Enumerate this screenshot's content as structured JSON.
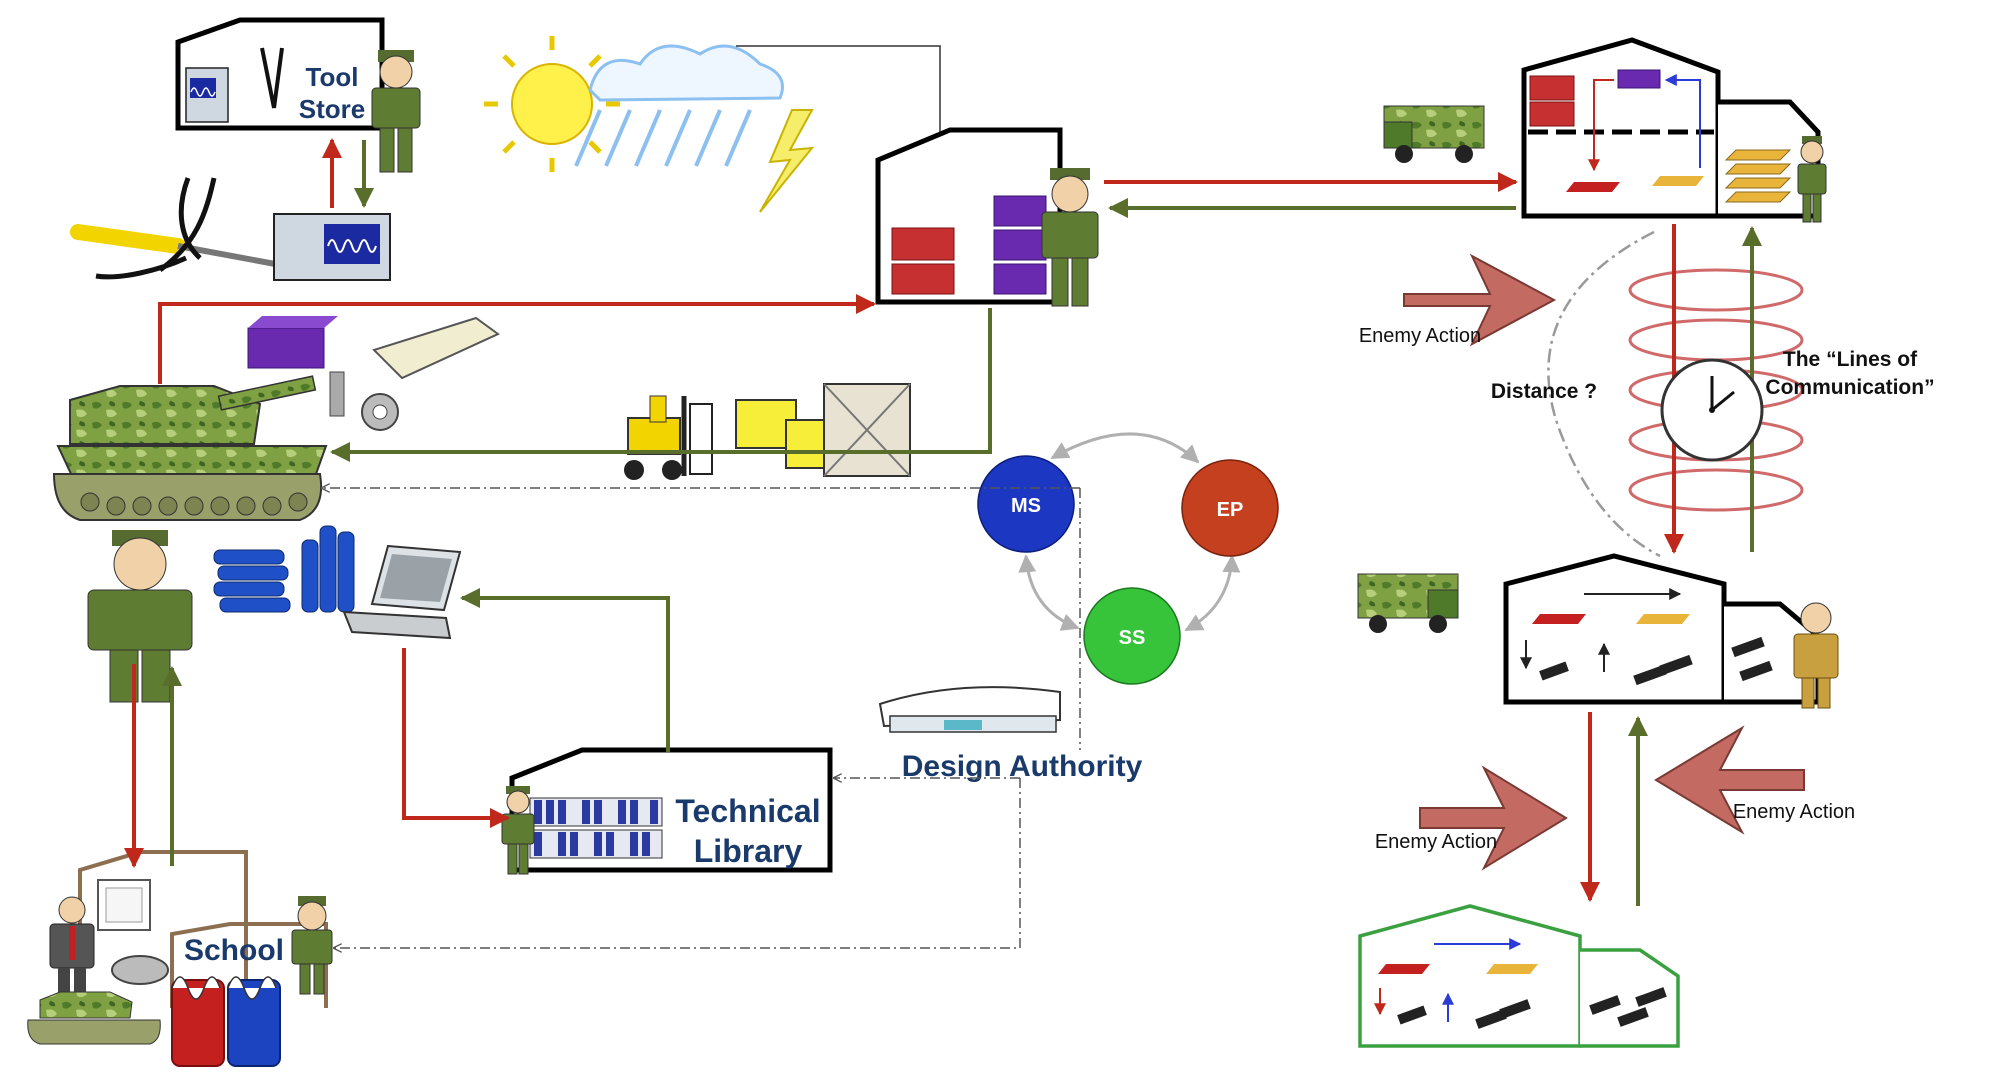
{
  "labels": {
    "tool_store_line1": "Tool",
    "tool_store_line2": "Store",
    "technical_library_line1": "Technical",
    "technical_library_line2": "Library",
    "school": "School",
    "design_authority": "Design Authority",
    "distance": "Distance ?",
    "lines_of_comm_line1": "The “Lines of",
    "lines_of_comm_line2": "Communication”",
    "enemy_action_top": "Enemy Action",
    "enemy_action_bottom_left": "Enemy Action",
    "enemy_action_bottom_right": "Enemy Action"
  },
  "nodes": {
    "ms": "MS",
    "ep": "EP",
    "ss": "SS"
  },
  "colors": {
    "supply_red": "#c0281c",
    "return_green": "#5a6e2c",
    "ms_blue": "#1c37c2",
    "ep_red": "#c5401f",
    "ss_green": "#37c43a",
    "label_navy": "#1a3a6b",
    "enemy_arrow": "#c36a62",
    "comm_ring": "#d06a6a"
  }
}
